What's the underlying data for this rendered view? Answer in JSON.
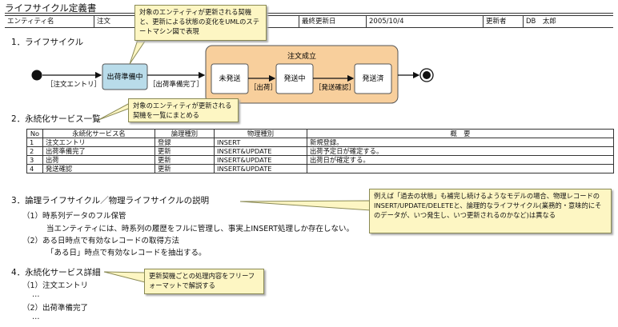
{
  "title": "ライフサイクル定義書",
  "header": {
    "entity_label": "エンティティ名",
    "entity_value": "注文",
    "updated_label": "最終更新日",
    "updated_value": "2005/10/4",
    "updater_label": "更新者",
    "updater_value": "DB　太郎"
  },
  "sections": {
    "s1": "1．ライフサイクル",
    "s2": "2．永続化サービス一覧",
    "s3": "3．論理ライフサイクル／物理ライフサイクルの説明",
    "s3_sub1": "（1）時系列データのフル保管",
    "s3_sub1_text": "当エンティティには、時系列の履歴をフルに管理し、事実上INSERT処理しか存在しない。",
    "s3_sub2": "（2）ある日時点で有効なレコードの取得方法",
    "s3_sub2_text": "「ある日」時点で有効なレコードを抽出する。",
    "s4": "4．永続化サービス詳細",
    "s4_sub1": "（1）注文エントリ",
    "s4_sub2": "（2）出荷準備完了",
    "ellipsis1": "…",
    "ellipsis2": "…"
  },
  "diagram": {
    "state_shipping_prep": "出荷準備中",
    "composite_title": "注文成立",
    "state_unshipped": "未発送",
    "state_shipping": "発送中",
    "state_shipped": "発送済",
    "event_order_entry": "［注文エントリ］",
    "event_prep_done": "［出荷準備完了］",
    "event_ship": "［出荷］",
    "event_ship_confirm": "［発送確認］"
  },
  "table": {
    "headers": [
      "No",
      "永続化サービス名",
      "論理種別",
      "物理種別",
      "概　要"
    ],
    "rows": [
      [
        "1",
        "注文エントリ",
        "登録",
        "INSERT",
        "新規登録。"
      ],
      [
        "2",
        "出荷準備完了",
        "更新",
        "INSERT&UPDATE",
        "出荷予定日が確定する。"
      ],
      [
        "3",
        "出荷",
        "更新",
        "INSERT&UPDATE",
        "出荷日が確定する。"
      ],
      [
        "4",
        "発送確認",
        "更新",
        "INSERT&UPDATE",
        ""
      ]
    ]
  },
  "callouts": {
    "c1": "対象のエンティティが更新される契機と、更新による状態の変化をUMLのステートマシン図で表現",
    "c2": "対象のエンティティが更新される契機を一覧にまとめる",
    "c3": "例えば「過去の状態」も補完し続けるようなモデルの場合、物理レコードのINSERT/UPDATE/DELETEと、論理的なライフサイクル(業務的・意味的にそのデータが、いつ発生し、いつ更新されるのかなど)は異なる",
    "c4": "更新契機ごとの処理内容をフリーフォーマットで解説する"
  },
  "colors": {
    "state_blue": "#b9dcea",
    "composite_orange": "#f8cf9c",
    "callout_yellow": "#fdf6c3"
  }
}
